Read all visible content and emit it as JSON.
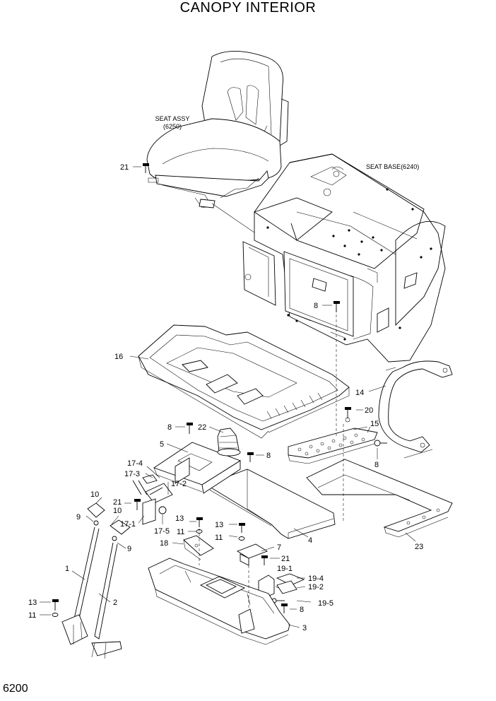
{
  "title": "CANOPY INTERIOR",
  "page_number": "6200",
  "assembly_notes": {
    "seat_assy": "SEAT ASSY",
    "seat_assy_ref": "(6250)",
    "seat_base": "SEAT BASE(6240)"
  },
  "callouts": {
    "c21_seat": "21",
    "c8_base": "8",
    "c16": "16",
    "c14": "14",
    "c20": "20",
    "c15": "15",
    "c8_plate": "8",
    "c8_bracket": "8",
    "c22": "22",
    "c5": "5",
    "c8_mid": "8",
    "c17_4": "17-4",
    "c17_3": "17-3",
    "c17_2": "17-2",
    "c10_a": "10",
    "c9_a": "9",
    "c21_lever": "21",
    "c10_b": "10",
    "c17_1": "17-1",
    "c17_5": "17-5",
    "c9_b": "9",
    "c13_a": "13",
    "c11_a": "11",
    "c13_b": "13",
    "c11_b": "11",
    "c18": "18",
    "c4": "4",
    "c23": "23",
    "c7": "7",
    "c21_b": "21",
    "c19_1": "19-1",
    "c19_4": "19-4",
    "c19_2": "19-2",
    "c19_5": "19-5",
    "c8_low": "8",
    "c1": "1",
    "c2": "2",
    "c13_c": "13",
    "c11_c": "11",
    "c3": "3"
  }
}
